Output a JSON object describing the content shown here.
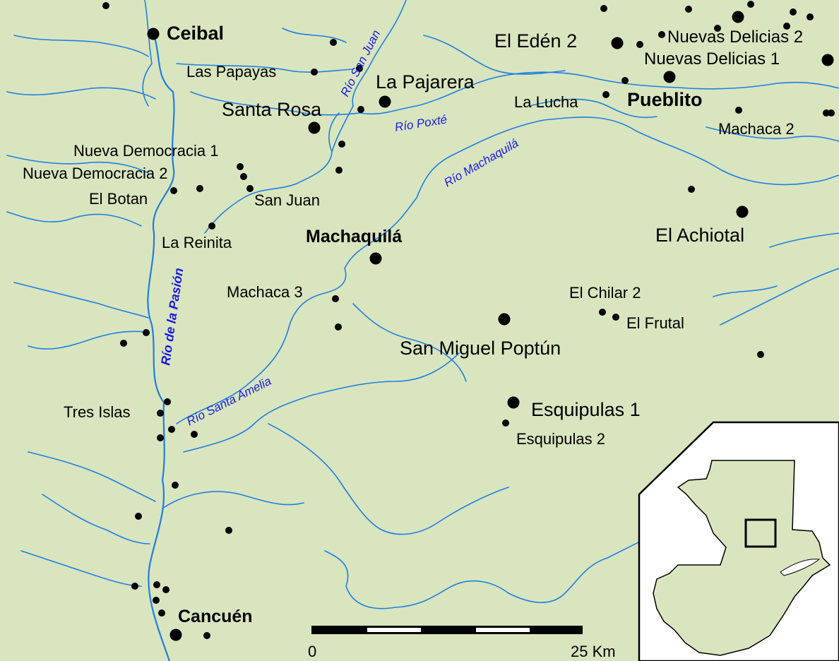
{
  "colors": {
    "land": "#d9e5bf",
    "water": "#1f7fe0",
    "label_river": "#1a1ae6",
    "site": "#000000",
    "inset_bg": "#ffffff"
  },
  "sites_major": {
    "ceibal": "Ceibal",
    "machaquila": "Machaquilá",
    "pueblito": "Pueblito",
    "cancuen": "Cancuén"
  },
  "sites": {
    "el_eden_2": "El Edén 2",
    "nuevas_delicias_2": "Nuevas Delicias 2",
    "nuevas_delicias_1": "Nuevas Delicias 1",
    "las_papayas": "Las Papayas",
    "la_pajarera": "La Pajarera",
    "la_lucha": "La Lucha",
    "santa_rosa": "Santa Rosa",
    "machaca_2": "Machaca 2",
    "nueva_democracia_1": "Nueva Democracia 1",
    "nueva_democracia_2": "Nueva Democracia 2",
    "el_botan": "El Botan",
    "san_juan": "San Juan",
    "la_reinita": "La Reinita",
    "el_achiotal": "El Achiotal",
    "machaca_3": "Machaca 3",
    "el_chilar_2": "El Chilar 2",
    "el_frutal": "El Frutal",
    "san_miguel_poptun": "San Miguel Poptún",
    "tres_islas": "Tres Islas",
    "esquipulas_1": "Esquipulas 1",
    "esquipulas_2": "Esquipulas 2"
  },
  "rivers": {
    "san_juan": "Río San Juan",
    "poxte": "Río Poxté",
    "machaquila": "Río Machaquilá",
    "pasion": "Río de la Pasión",
    "santa_amelia": "Río Santa Amelia"
  },
  "scale_bar": {
    "start_label": "0",
    "end_label": "25 Km"
  }
}
